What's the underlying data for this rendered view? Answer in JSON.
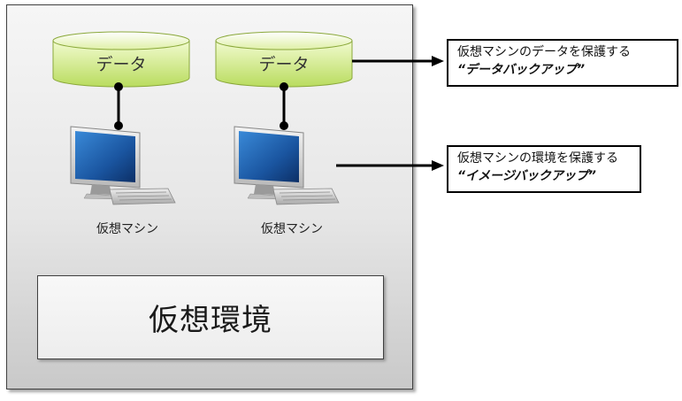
{
  "environment": {
    "label": "仮想環境"
  },
  "databases": [
    {
      "label": "データ"
    },
    {
      "label": "データ"
    }
  ],
  "vms": [
    {
      "label": "仮想マシン"
    },
    {
      "label": "仮想マシン"
    }
  ],
  "callouts": [
    {
      "line1": "仮想マシンのデータを保護する",
      "line2": "“データバックアップ”"
    },
    {
      "line1": "仮想マシンの環境を保護する",
      "line2": "“イメージバックアップ”"
    }
  ],
  "colors": {
    "db_fill_top": "#e8f5b8",
    "db_fill_bottom": "#bfe06a",
    "db_stroke": "#8aa83a",
    "monitor_screen": "#1e63b0",
    "arrow": "#000000"
  }
}
